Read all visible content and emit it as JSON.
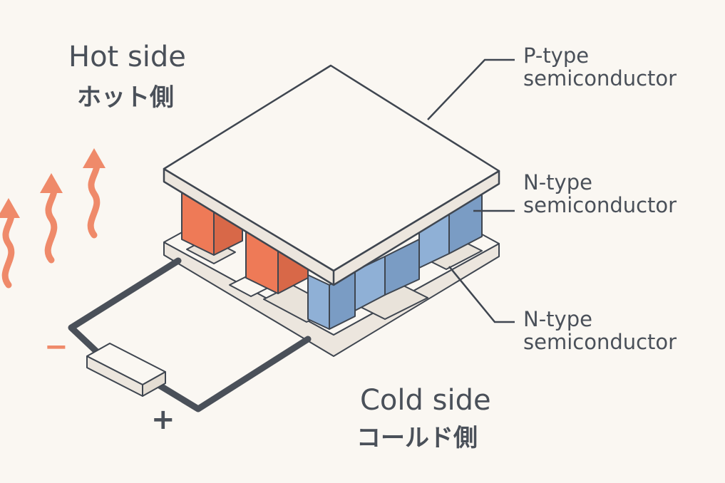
{
  "hot_side": {
    "label_en": "Hot side",
    "label_ja": "ホット側"
  },
  "cold_side": {
    "label_en": "Cold side",
    "label_ja": "コールド側"
  },
  "callouts": [
    {
      "line1": "P-type",
      "line2": "semiconductor"
    },
    {
      "line1": "N-type",
      "line2": "semiconductor"
    },
    {
      "line1": "N-type",
      "line2": "semiconductor"
    }
  ],
  "terminals": {
    "negative": "−",
    "positive": "+"
  },
  "colors": {
    "background": "#faf7f2",
    "p_type": "#ee7a57",
    "n_type": "#8fb0d6",
    "plate": "#faf7f2",
    "outline": "#3f4650",
    "wire": "#4a5059",
    "heat_arrows": "#ef8a6a",
    "negative_sign": "#ef8a6a",
    "positive_sign": "#4a5059"
  }
}
